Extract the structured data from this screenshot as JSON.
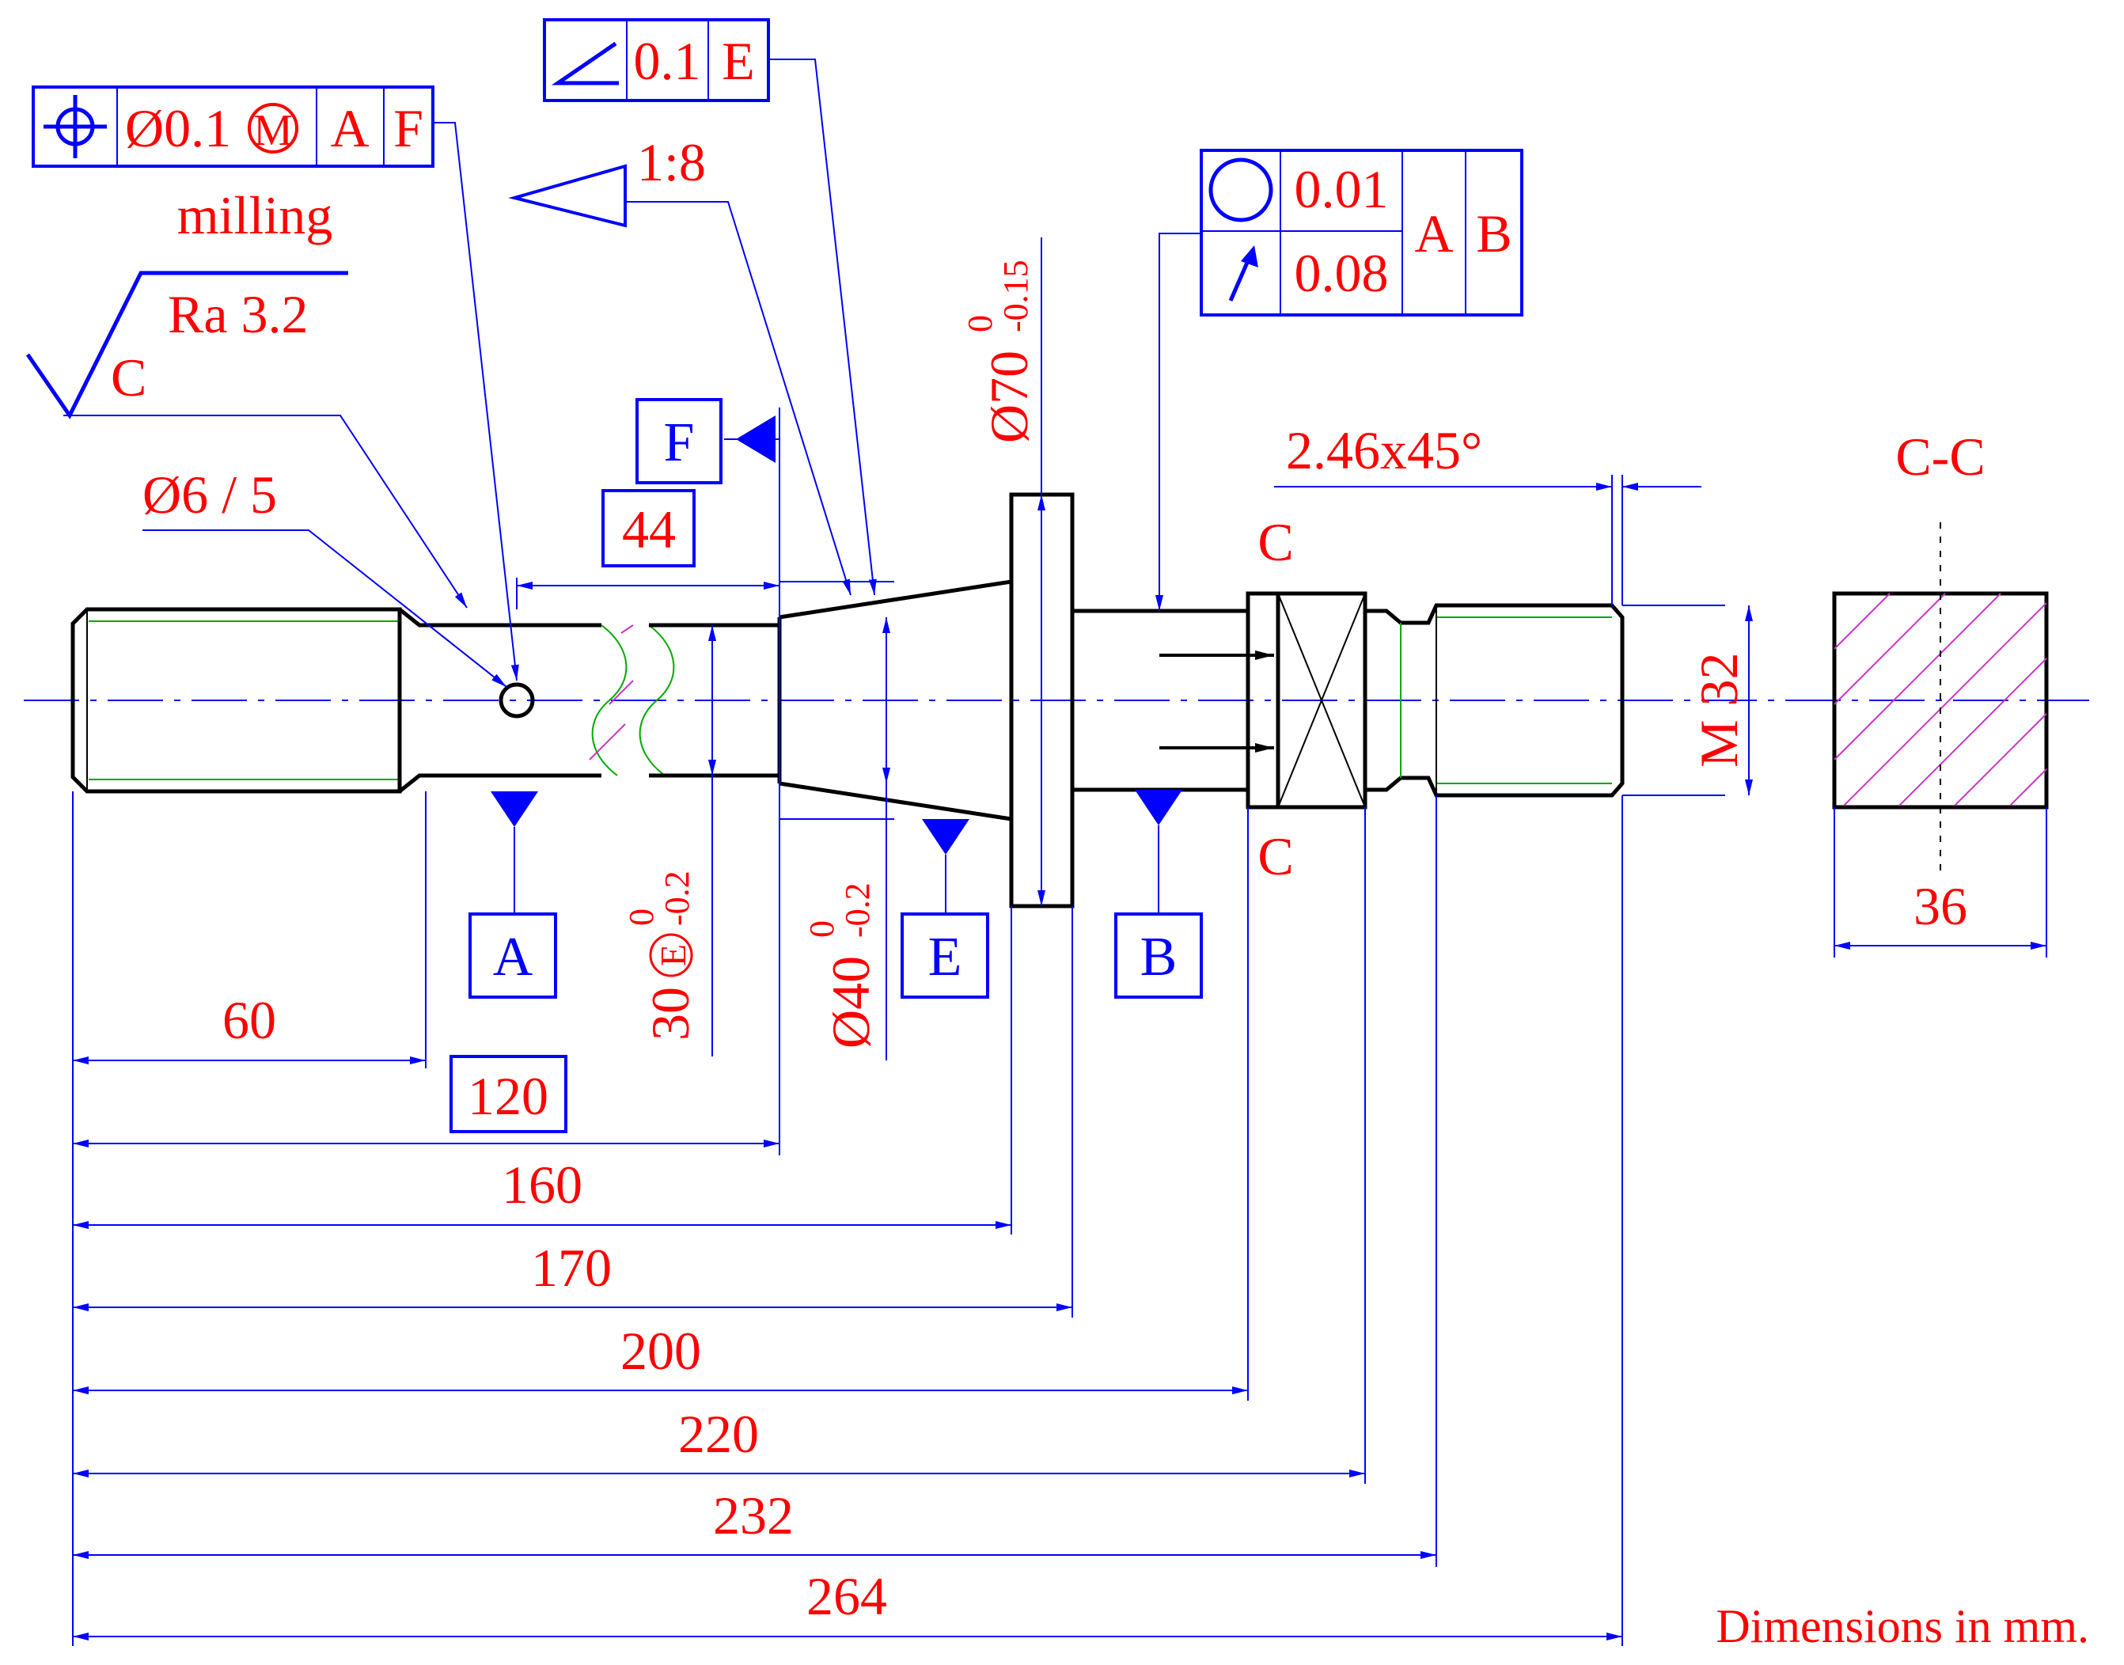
{
  "frames": {
    "position": {
      "symbol": "position-icon",
      "tol": "Ø0.1",
      "modifier": "M",
      "datum1": "A",
      "datum2": "F"
    },
    "angularity": {
      "symbol": "angularity-icon",
      "tol": "0.1",
      "datum": "E"
    },
    "roundness_runout": {
      "row1": {
        "symbol": "circularity-icon",
        "tol": "0.01"
      },
      "row2": {
        "symbol": "circular-runout-icon",
        "tol": "0.08"
      },
      "datum1": "A",
      "datum2": "B"
    }
  },
  "taper": {
    "symbol": "taper-icon",
    "ratio": "1:8"
  },
  "surface": {
    "process": "milling",
    "roughness": "Ra 3.2",
    "letter": "C"
  },
  "hole": {
    "text": "Ø6 / 5"
  },
  "datums": {
    "a": "A",
    "b": "B",
    "e": "E",
    "f": "F"
  },
  "chamfer": "2.46x45°",
  "section": {
    "title": "C-C",
    "mark_top": "C",
    "mark_bottom": "C",
    "width": "36"
  },
  "diameters": {
    "d70": {
      "main": "Ø70",
      "upper": "0",
      "lower": "-0.15"
    },
    "d40": {
      "main": "Ø40",
      "upper": "0",
      "lower": "-0.2"
    },
    "d30": {
      "main": "30",
      "envelope": "E",
      "upper": "0",
      "lower": "-0.2"
    },
    "thread": "M 32"
  },
  "dims": {
    "basic44": "44",
    "d60": "60",
    "basic120": "120",
    "d160": "160",
    "d170": "170",
    "d200": "200",
    "d220": "220",
    "d232": "232",
    "d264": "264"
  },
  "note": "Dimensions in mm."
}
